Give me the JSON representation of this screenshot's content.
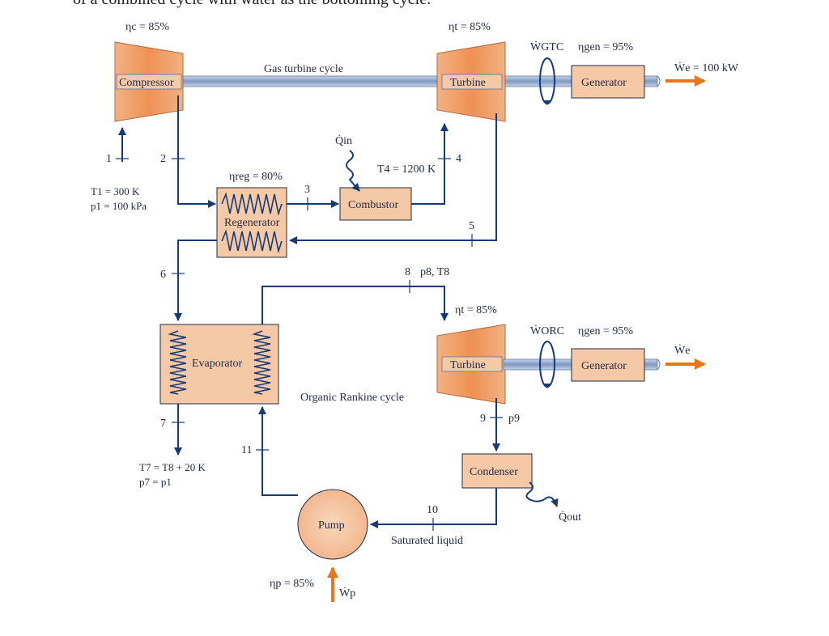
{
  "header": {
    "cut_off_text": "of a combined cycle with water as the bottoming cycle."
  },
  "gas_cycle": {
    "title": "Gas turbine cycle",
    "compressor": {
      "label": "Compressor",
      "eff": "ηc = 85%"
    },
    "turbine": {
      "label": "Turbine",
      "eff": "ηt = 85%"
    },
    "generator": {
      "label": "Generator",
      "eff": "ηgen = 95%"
    },
    "work_shaft": "ẆGTC",
    "work_out": "Ẇe = 100 kW",
    "regenerator": {
      "label": "Regenerator",
      "eff": "ηreg = 80%"
    },
    "combustor": {
      "label": "Combustor",
      "heat_in": "Q̇in",
      "t4": "T4 = 1200 K"
    },
    "inlet": {
      "t1": "T1 = 300 K",
      "p1": "p1 = 100 kPa"
    },
    "states": [
      "1",
      "2",
      "3",
      "4",
      "5",
      "6",
      "7"
    ]
  },
  "orc": {
    "title": "Organic Rankine cycle",
    "evaporator": {
      "label": "Evaporator"
    },
    "turbine": {
      "label": "Turbine",
      "eff": "ηt = 85%"
    },
    "generator": {
      "label": "Generator",
      "eff": "ηgen = 95%"
    },
    "work_shaft": "ẆORC",
    "work_out": "Ẇe",
    "condenser": {
      "label": "Condenser",
      "heat_out": "Q̇out"
    },
    "pump": {
      "label": "Pump",
      "eff": "ηp = 85%",
      "work": "Ẇp"
    },
    "state8": "p8, T8",
    "state9": "p9",
    "state10_note": "Saturated liquid",
    "exhaust": {
      "t7": "T7 = T8 + 20 K",
      "p7": "p7 = p1"
    },
    "states": [
      "8",
      "9",
      "10",
      "11"
    ]
  },
  "colors": {
    "component": "#ef9a62",
    "box": "#f6c9a6",
    "flow": "#163a78",
    "shaft": "#8aa4cc",
    "arrow": "#e8761e"
  }
}
